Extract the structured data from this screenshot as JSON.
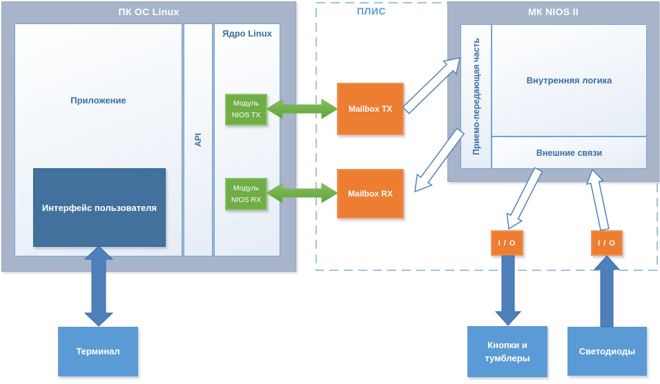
{
  "diagram": {
    "pc": {
      "title": "ПК ОС Linux",
      "app": "Приложение",
      "api": "API",
      "kernel": "Ядро Linux",
      "module_tx_line1": "Модуль",
      "module_tx_line2": "NIOS TX",
      "module_rx_line1": "Модуль",
      "module_rx_line2": "NIOS RX",
      "user_interface": "Интерфейс пользователя"
    },
    "fpga": {
      "title": "ПЛИС",
      "mailbox_tx": "Mailbox TX",
      "mailbox_rx": "Mailbox RX"
    },
    "mcu": {
      "title": "МК NIOS II",
      "transceiver": "Приемо-передающая часть",
      "internal_logic": "Внутренняя логика",
      "external_links": "Внешние связи",
      "io_left": "I / O",
      "io_right": "I / O"
    },
    "peripherals": {
      "terminal": "Терминал",
      "buttons_line1": "Кнопки и",
      "buttons_line2": "тумблеры",
      "leds": "Светодиоды"
    },
    "colors": {
      "container_gray_blue": "#a8b4ca",
      "box_border_blue": "#6ea2d8",
      "label_blue": "#3a6ea8",
      "accent_blue": "#5b9bd5",
      "dark_blue": "#41719c",
      "green": "#70ad47",
      "orange": "#ed7d31",
      "solid_arrow_blue": "#4e80bc",
      "dashed_border_blue": "#9dc3e6"
    }
  }
}
